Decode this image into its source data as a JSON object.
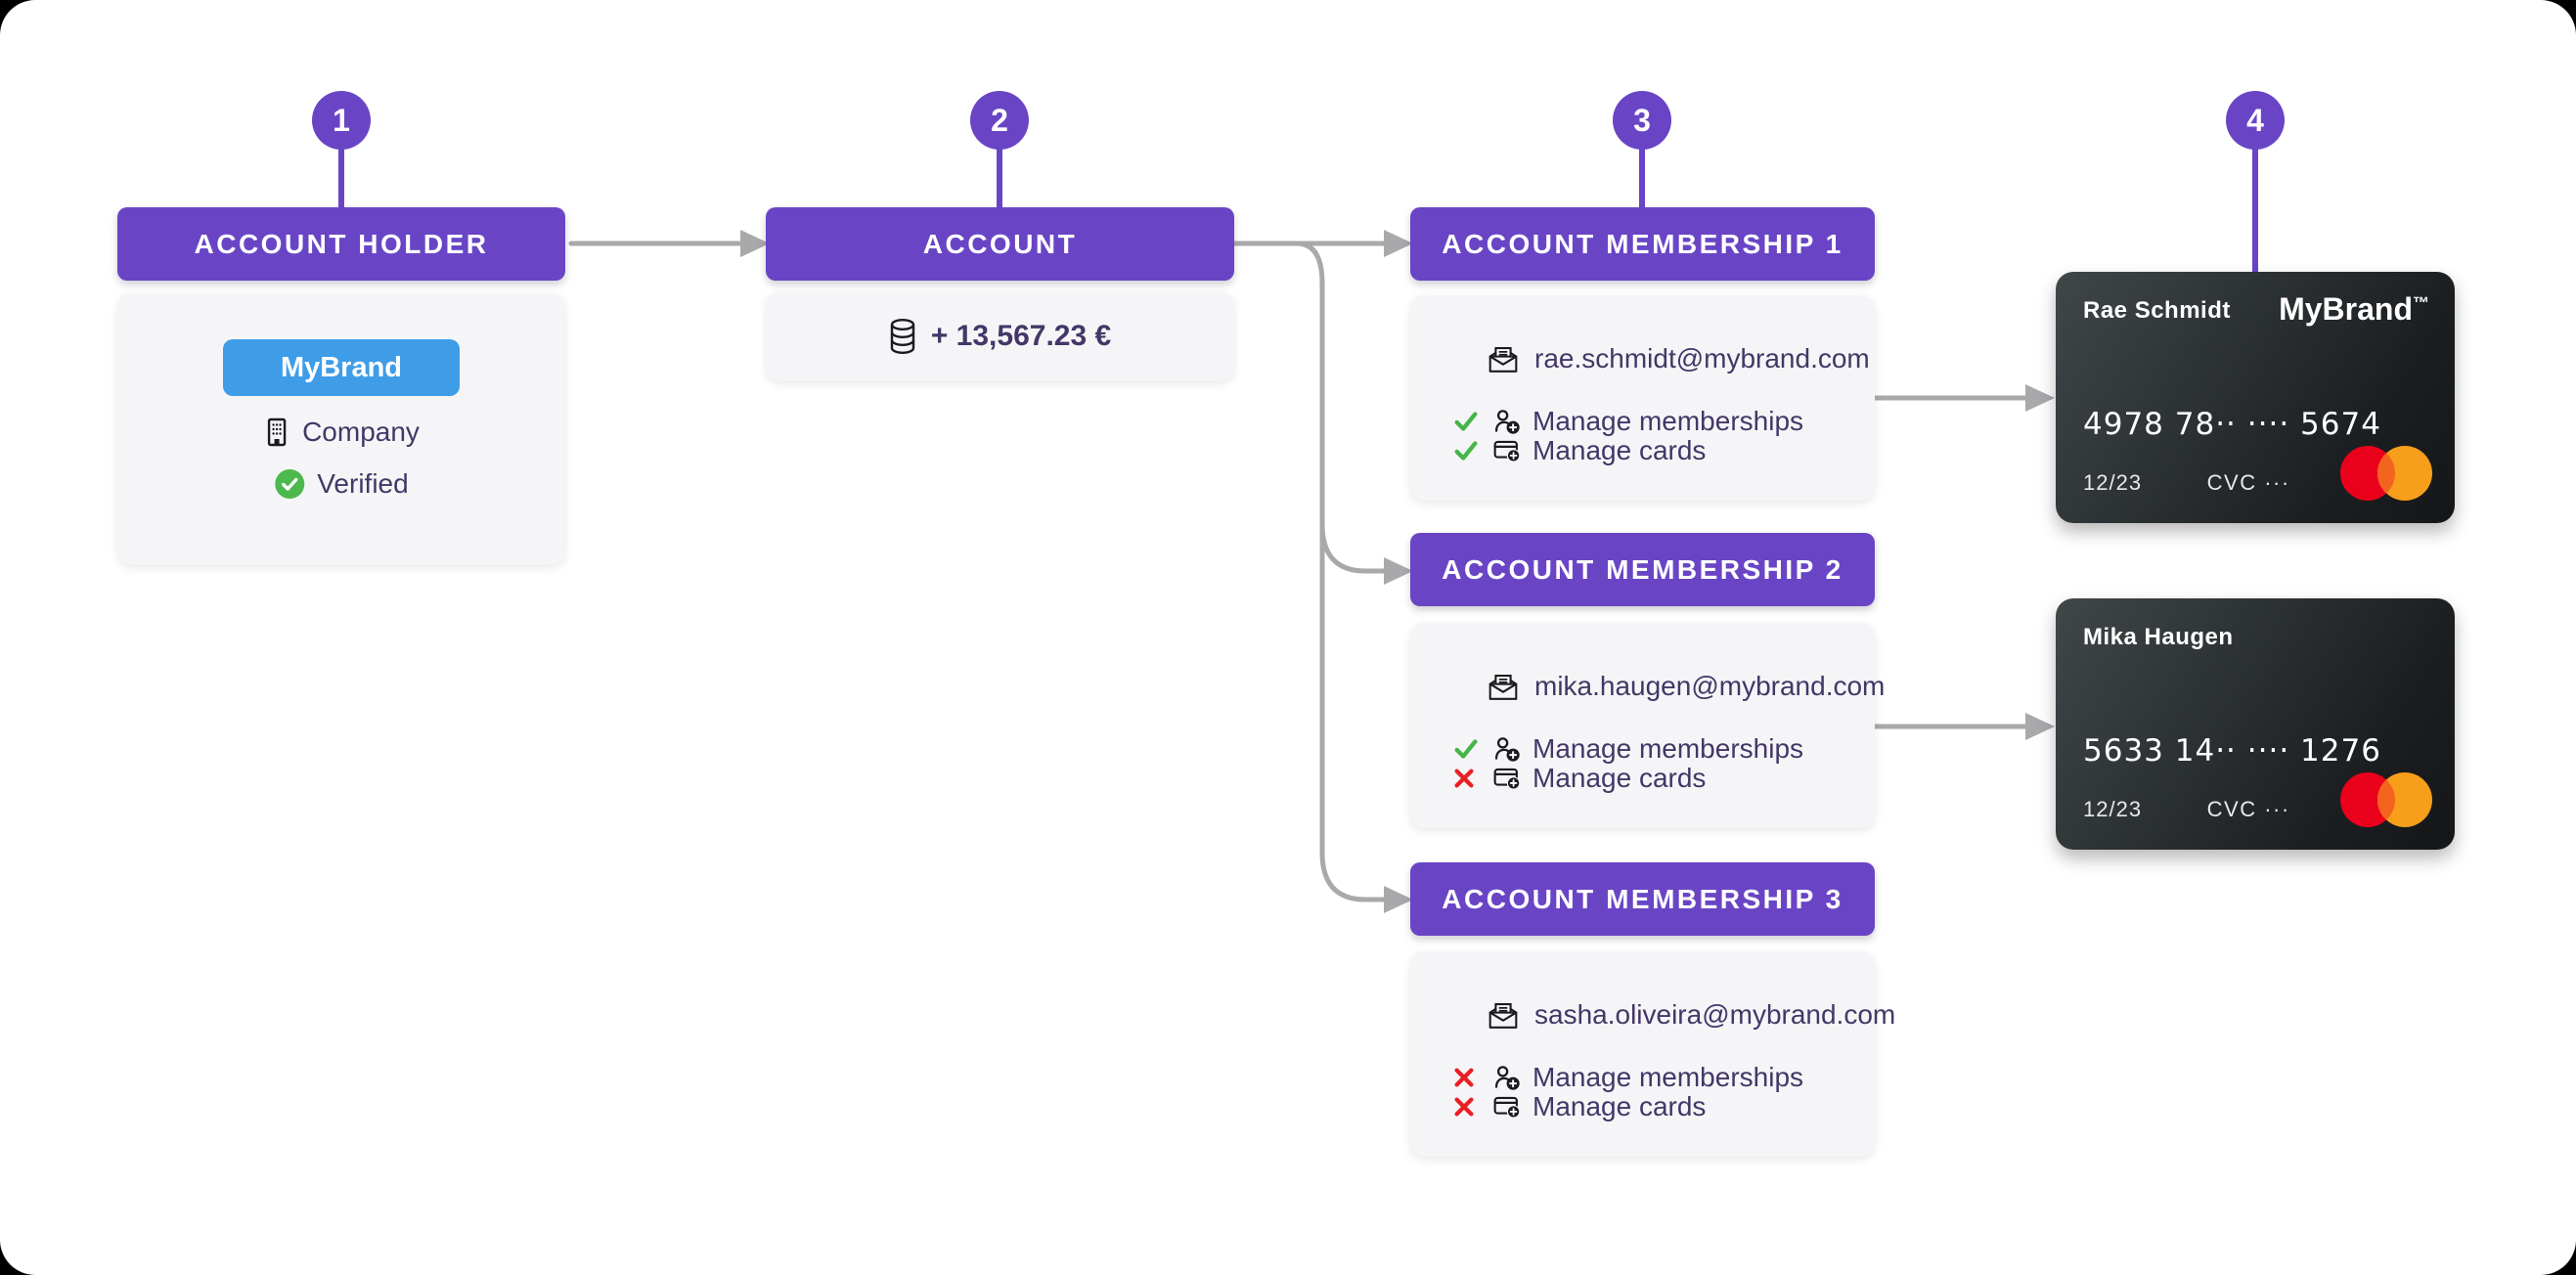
{
  "steps": [
    "1",
    "2",
    "3",
    "4"
  ],
  "colors": {
    "accent_purple": "#6945c6",
    "brand_blue": "#3f9de8",
    "success_green": "#45b54a",
    "danger_red": "#e81f25",
    "connector_gray": "#a9a9ac",
    "body_text": "#433767"
  },
  "account_holder": {
    "title": "ACCOUNT HOLDER",
    "brand_badge": "MyBrand",
    "type_label": "Company",
    "status_label": "Verified"
  },
  "account": {
    "title": "ACCOUNT",
    "balance": "+ 13,567.23 €"
  },
  "memberships": [
    {
      "title": "ACCOUNT MEMBERSHIP 1",
      "email": "rae.schmidt@mybrand.com",
      "permissions": [
        {
          "label": "Manage memberships",
          "allowed": true
        },
        {
          "label": "Manage cards",
          "allowed": true
        }
      ]
    },
    {
      "title": "ACCOUNT MEMBERSHIP 2",
      "email": "mika.haugen@mybrand.com",
      "permissions": [
        {
          "label": "Manage memberships",
          "allowed": true
        },
        {
          "label": "Manage cards",
          "allowed": false
        }
      ]
    },
    {
      "title": "ACCOUNT MEMBERSHIP 3",
      "email": "sasha.oliveira@mybrand.com",
      "permissions": [
        {
          "label": "Manage memberships",
          "allowed": false
        },
        {
          "label": "Manage cards",
          "allowed": false
        }
      ]
    }
  ],
  "cards": [
    {
      "holder": "Rae Schmidt",
      "brand": "MyBrand",
      "brand_suffix": "™",
      "number": "4978 78·· ···· 5674",
      "expiry": "12/23",
      "cvc": "CVC ···"
    },
    {
      "holder": "Mika Haugen",
      "number": "5633 14·· ···· 1276",
      "expiry": "12/23",
      "cvc": "CVC ···"
    }
  ]
}
